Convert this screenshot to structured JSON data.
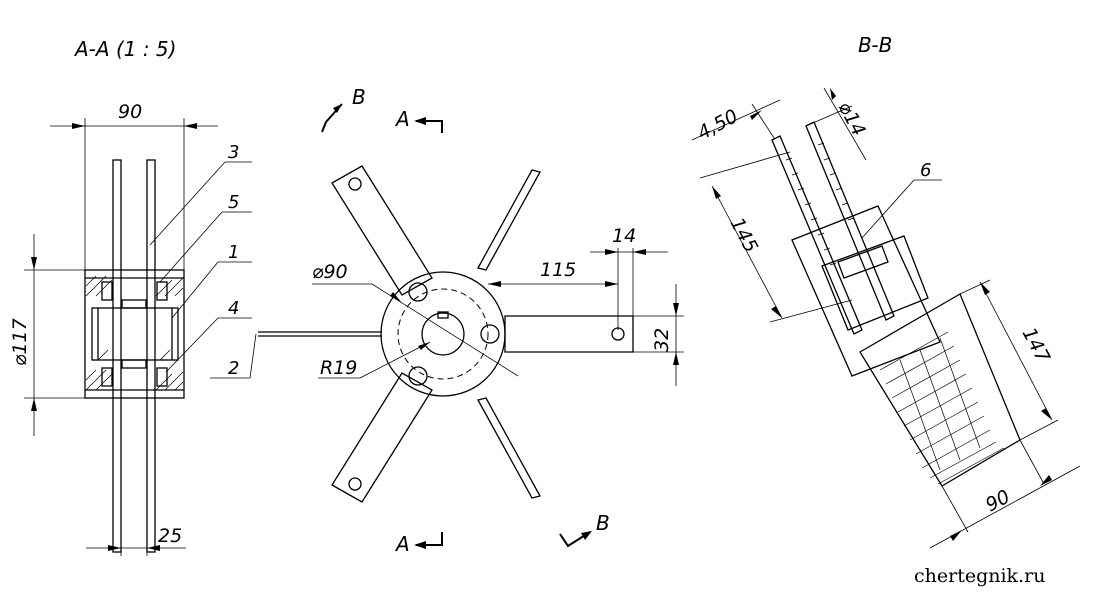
{
  "views": {
    "section_aa": "A-A (1 : 5)",
    "section_bb": "B-B",
    "marker_a": "A",
    "marker_b": "B"
  },
  "dimensions": {
    "aa_width": "90",
    "aa_diameter": "⌀117",
    "aa_bottom": "25",
    "front_diameter": "⌀90",
    "front_radius": "R19",
    "front_length": "115",
    "front_hole": "14",
    "front_width": "32",
    "bb_thickness": "4,50",
    "bb_hole": "⌀14",
    "bb_length_145": "145",
    "bb_length_147": "147",
    "bb_width": "90"
  },
  "callouts": {
    "c1": "1",
    "c2": "2",
    "c3": "3",
    "c4": "4",
    "c5": "5",
    "c6": "6"
  },
  "watermark": "chertegnik.ru"
}
